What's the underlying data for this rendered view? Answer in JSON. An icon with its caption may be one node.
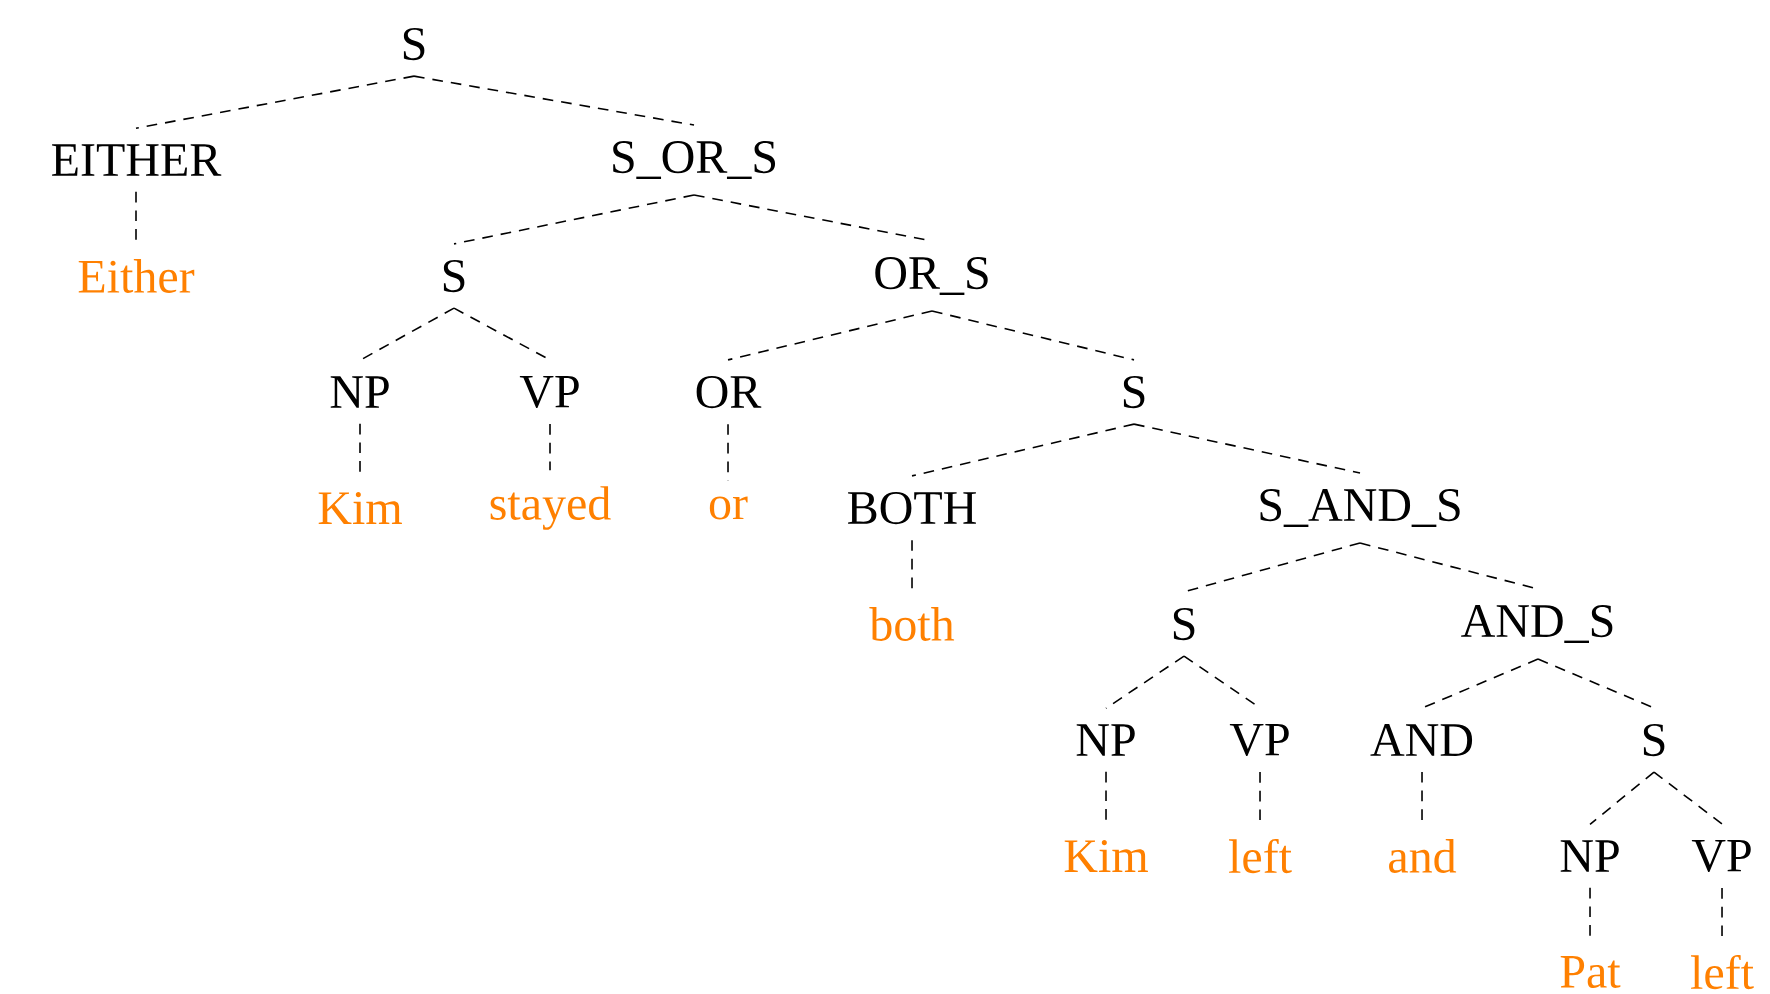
{
  "diagram": {
    "nodes": [
      {
        "text": [
          "S"
        ]
      },
      {
        "text": [
          "EITHER"
        ]
      },
      {
        "text": [
          "S_OR_S"
        ]
      },
      {
        "text": [
          "Either"
        ]
      },
      {
        "text": [
          "S"
        ]
      },
      {
        "text": [
          "OR_S"
        ]
      },
      {
        "text": [
          "NP"
        ]
      },
      {
        "text": [
          "VP"
        ]
      },
      {
        "text": [
          "OR"
        ]
      },
      {
        "text": [
          "S"
        ]
      },
      {
        "text": [
          "Kim"
        ]
      },
      {
        "text": [
          "stayed"
        ]
      },
      {
        "text": [
          "or"
        ]
      },
      {
        "text": [
          "BOTH"
        ]
      },
      {
        "text": [
          "S_AND_S"
        ]
      },
      {
        "text": [
          "both"
        ]
      },
      {
        "text": [
          "S"
        ]
      },
      {
        "text": [
          "AND_S"
        ]
      },
      {
        "text": [
          "NP"
        ]
      },
      {
        "text": [
          "VP"
        ]
      },
      {
        "text": [
          "AND"
        ]
      },
      {
        "text": [
          "S"
        ]
      },
      {
        "text": [
          "Kim"
        ]
      },
      {
        "text": [
          "left"
        ]
      },
      {
        "text": [
          "and"
        ]
      },
      {
        "text": [
          "NP"
        ]
      },
      {
        "text": [
          "VP"
        ]
      },
      {
        "text": [
          "Pat"
        ]
      },
      {
        "text": [
          "left"
        ]
      }
    ],
    "edges": [
      {
        "from": 0,
        "to": 1,
        "arrow": "none",
        "style": "dashed"
      },
      {
        "from": 0,
        "to": 2,
        "arrow": "none",
        "style": "dashed"
      },
      {
        "from": 1,
        "to": 3,
        "arrow": "none",
        "style": "dashed"
      },
      {
        "from": 2,
        "to": 4,
        "arrow": "none",
        "style": "dashed"
      },
      {
        "from": 2,
        "to": 5,
        "arrow": "none",
        "style": "dashed"
      },
      {
        "from": 4,
        "to": 6,
        "arrow": "none",
        "style": "dashed"
      },
      {
        "from": 4,
        "to": 7,
        "arrow": "none",
        "style": "dashed"
      },
      {
        "from": 5,
        "to": 8,
        "arrow": "none",
        "style": "dashed"
      },
      {
        "from": 5,
        "to": 9,
        "arrow": "none",
        "style": "dashed"
      },
      {
        "from": 6,
        "to": 10,
        "arrow": "none",
        "style": "dashed"
      },
      {
        "from": 7,
        "to": 11,
        "arrow": "none",
        "style": "dashed"
      },
      {
        "from": 8,
        "to": 12,
        "arrow": "none",
        "style": "dashed"
      },
      {
        "from": 9,
        "to": 13,
        "arrow": "none",
        "style": "dashed"
      },
      {
        "from": 9,
        "to": 14,
        "arrow": "none",
        "style": "dashed"
      },
      {
        "from": 13,
        "to": 15,
        "arrow": "none",
        "style": "dashed"
      },
      {
        "from": 14,
        "to": 16,
        "arrow": "none",
        "style": "dashed"
      },
      {
        "from": 14,
        "to": 17,
        "arrow": "none",
        "style": "dashed"
      },
      {
        "from": 16,
        "to": 18,
        "arrow": "none",
        "style": "dashed"
      },
      {
        "from": 16,
        "to": 19,
        "arrow": "none",
        "style": "dashed"
      },
      {
        "from": 17,
        "to": 20,
        "arrow": "none",
        "style": "dashed"
      },
      {
        "from": 17,
        "to": 21,
        "arrow": "none",
        "style": "dashed"
      },
      {
        "from": 18,
        "to": 22,
        "arrow": "none",
        "style": "dashed"
      },
      {
        "from": 19,
        "to": 23,
        "arrow": "none",
        "style": "dashed"
      },
      {
        "from": 20,
        "to": 24,
        "arrow": "none",
        "style": "dashed"
      },
      {
        "from": 21,
        "to": 25,
        "arrow": "none",
        "style": "dashed"
      },
      {
        "from": 21,
        "to": 26,
        "arrow": "none",
        "style": "dashed"
      },
      {
        "from": 25,
        "to": 27,
        "arrow": "none",
        "style": "dashed"
      },
      {
        "from": 26,
        "to": 28,
        "arrow": "none",
        "style": "dashed"
      }
    ]
  }
}
